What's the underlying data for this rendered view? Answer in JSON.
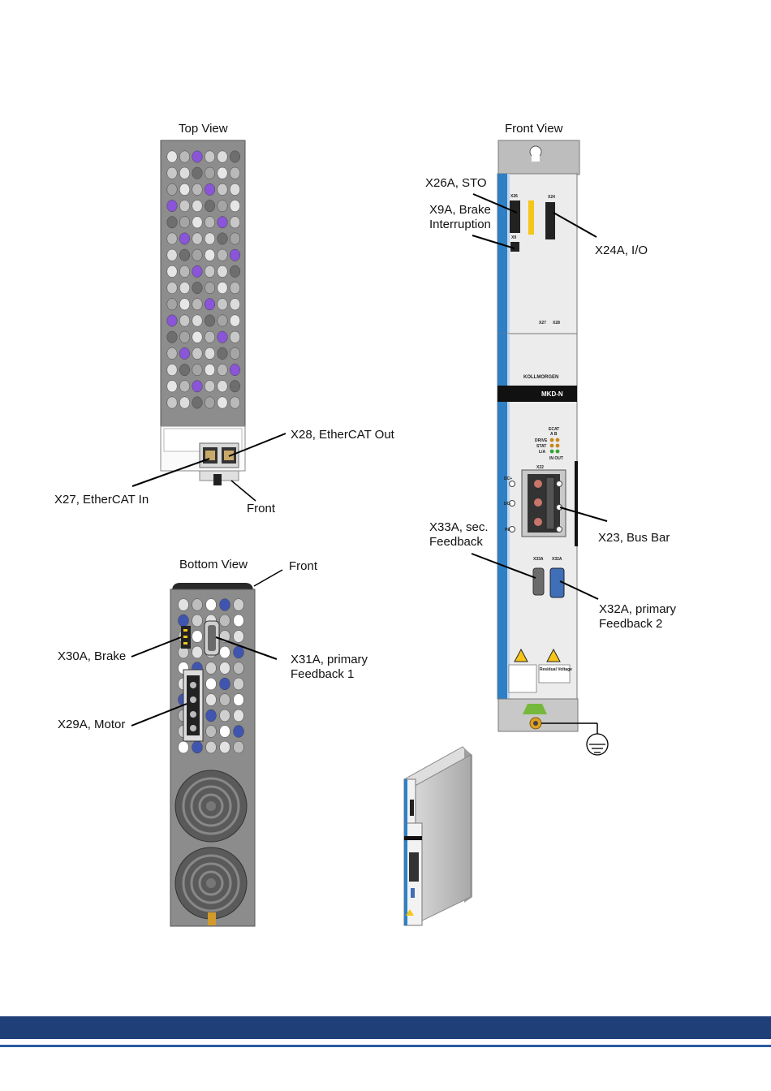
{
  "views": {
    "top": {
      "title": "Top View"
    },
    "front": {
      "title": "Front View"
    },
    "bottom": {
      "title": "Bottom View"
    }
  },
  "callouts": {
    "x28": "X28, EtherCAT Out",
    "x27": "X27, EtherCAT In",
    "front_top": "Front",
    "front_bottom": "Front",
    "x26a": "X26A, STO",
    "x9a_1": "X9A, Brake",
    "x9a_2": "Interruption",
    "x24a": "X24A, I/O",
    "x33a_1": "X33A, sec.",
    "x33a_2": "Feedback",
    "x23": "X23, Bus Bar",
    "x32a_1": "X32A, primary",
    "x32a_2": "Feedback 2",
    "x30a": "X30A, Brake",
    "x31a_1": "X31A, primary",
    "x31a_2": "Feedback 1",
    "x29a": "X29A, Motor"
  },
  "device": {
    "brand": "KOLLMORGEN",
    "model": "MKD-N",
    "ecat": "ECAT",
    "ecat_ab": "A   B",
    "led_drive": "DRIVE",
    "led_stat": "STAT",
    "led_la": "L/A",
    "in_out": "IN OUT",
    "x22": "X22",
    "dc_plus": "DC+",
    "dc_minus": "DC-",
    "pe": "PE",
    "x33a_small": "X33A",
    "x32a_small": "X32A",
    "x26_small": "X26",
    "x24_small": "X24",
    "x9_small": "X9",
    "x27_small": "X27",
    "x28_small": "X28",
    "residual": "Residual Voltage"
  },
  "colors": {
    "footer": "#1f3f78",
    "blue_stripe": "#2f7fc4",
    "panel": "#e9e9ea",
    "label_bar": "#111111"
  }
}
